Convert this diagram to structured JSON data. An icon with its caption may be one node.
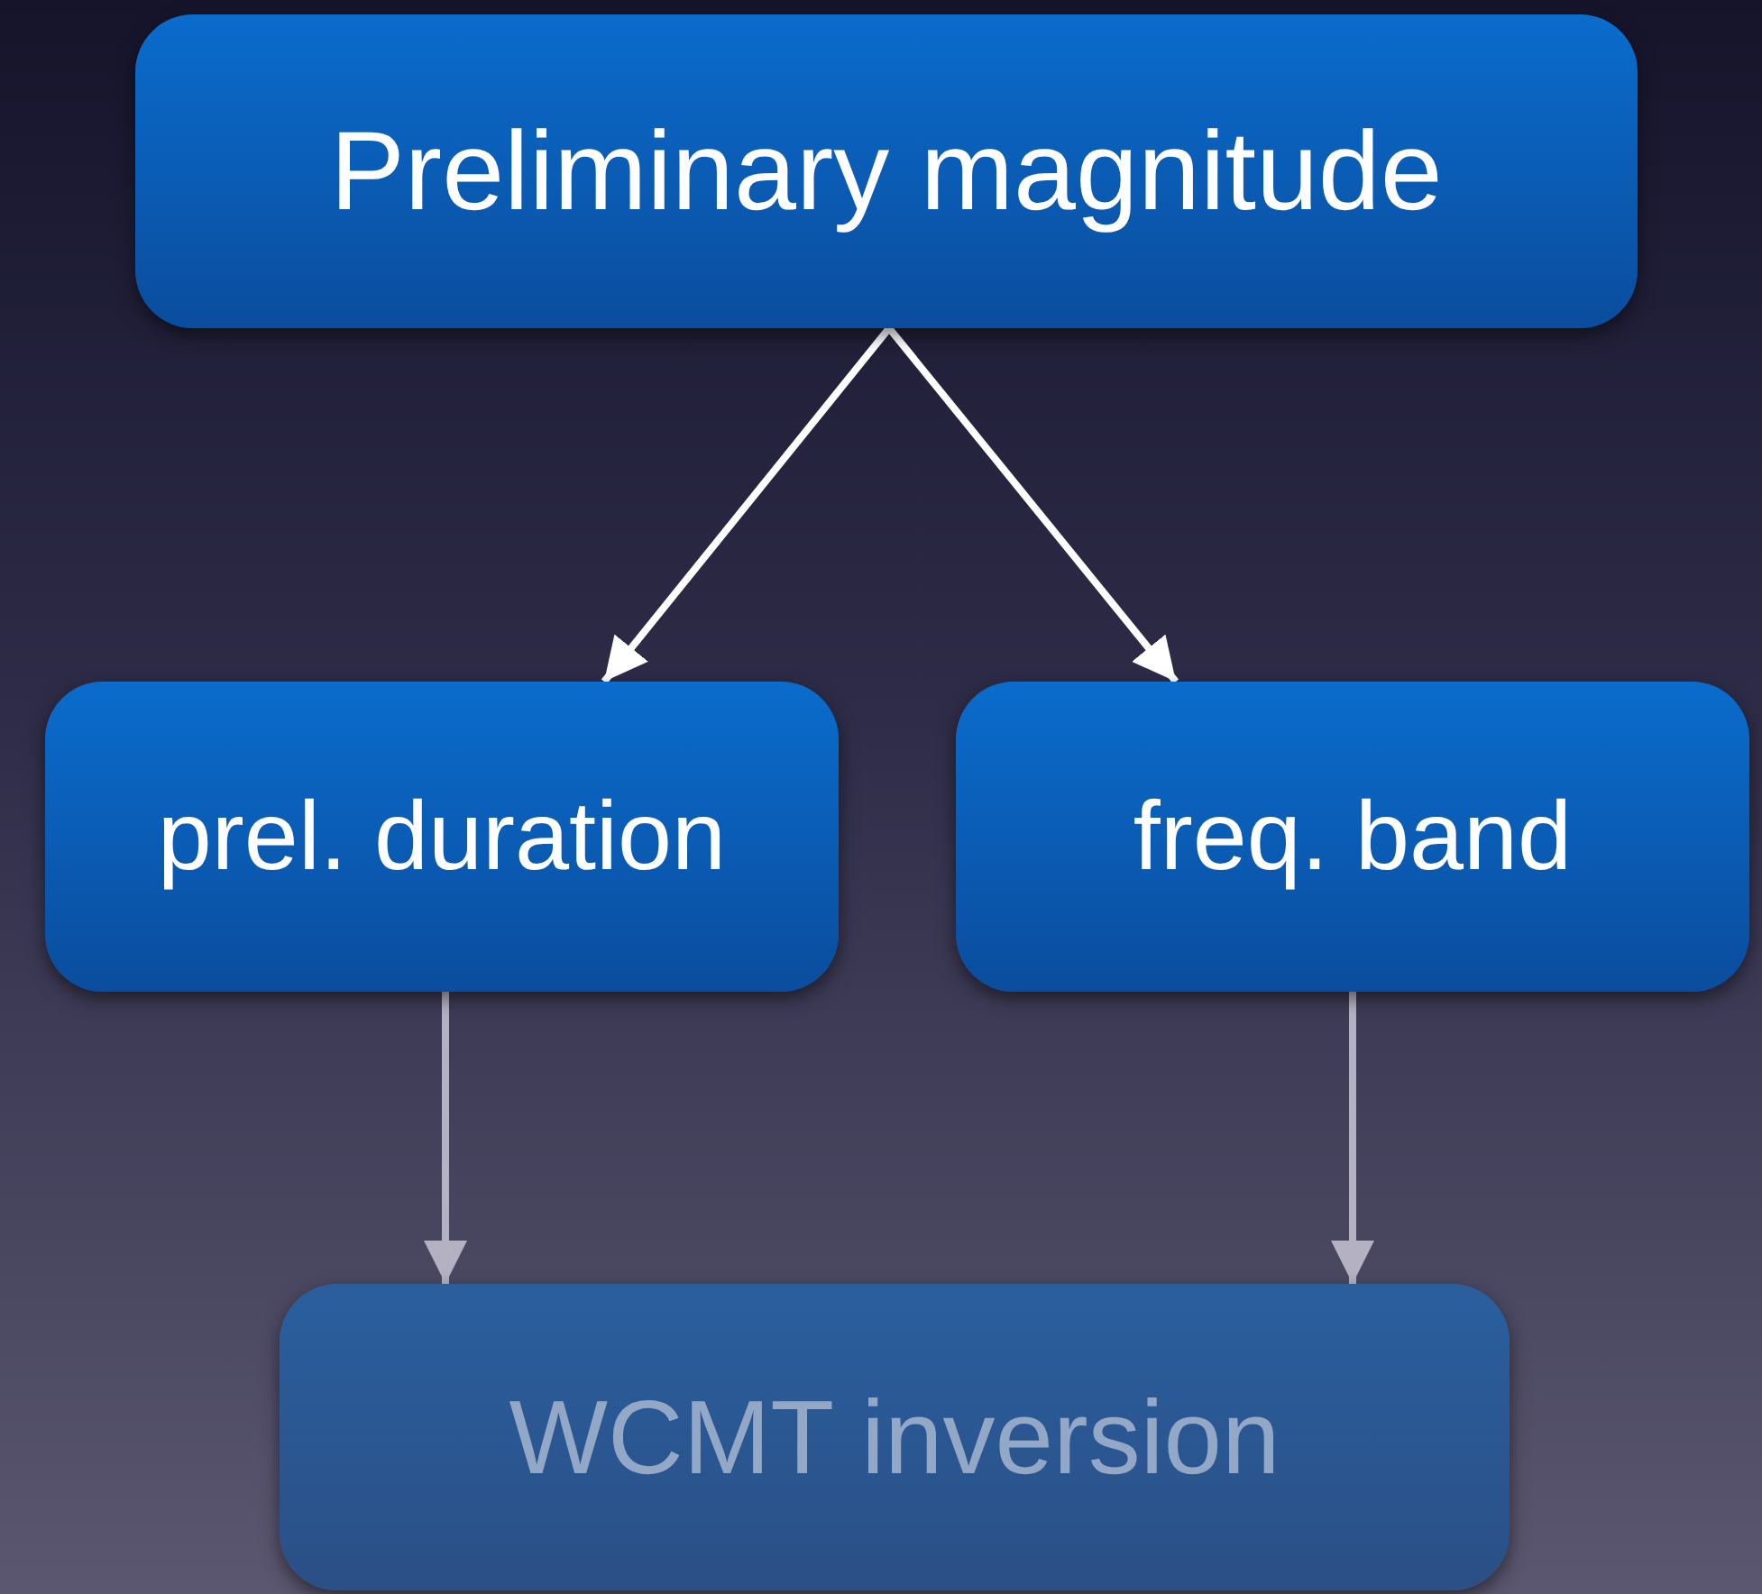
{
  "diagram": {
    "nodes": [
      {
        "text": [
          "Preliminary magnitude"
        ]
      },
      {
        "text": [
          "prel. duration"
        ]
      },
      {
        "text": [
          "freq. band"
        ]
      },
      {
        "text": [
          "WCMT inversion"
        ]
      }
    ],
    "edges": [
      {
        "from": 0,
        "to": 1,
        "arrow": "to"
      },
      {
        "from": 0,
        "to": 2,
        "arrow": "to"
      },
      {
        "from": 1,
        "to": 3,
        "arrow": "to",
        "color": "#b4b2c2"
      },
      {
        "from": 2,
        "to": 3,
        "arrow": "to",
        "color": "#b4b2c2"
      }
    ]
  }
}
